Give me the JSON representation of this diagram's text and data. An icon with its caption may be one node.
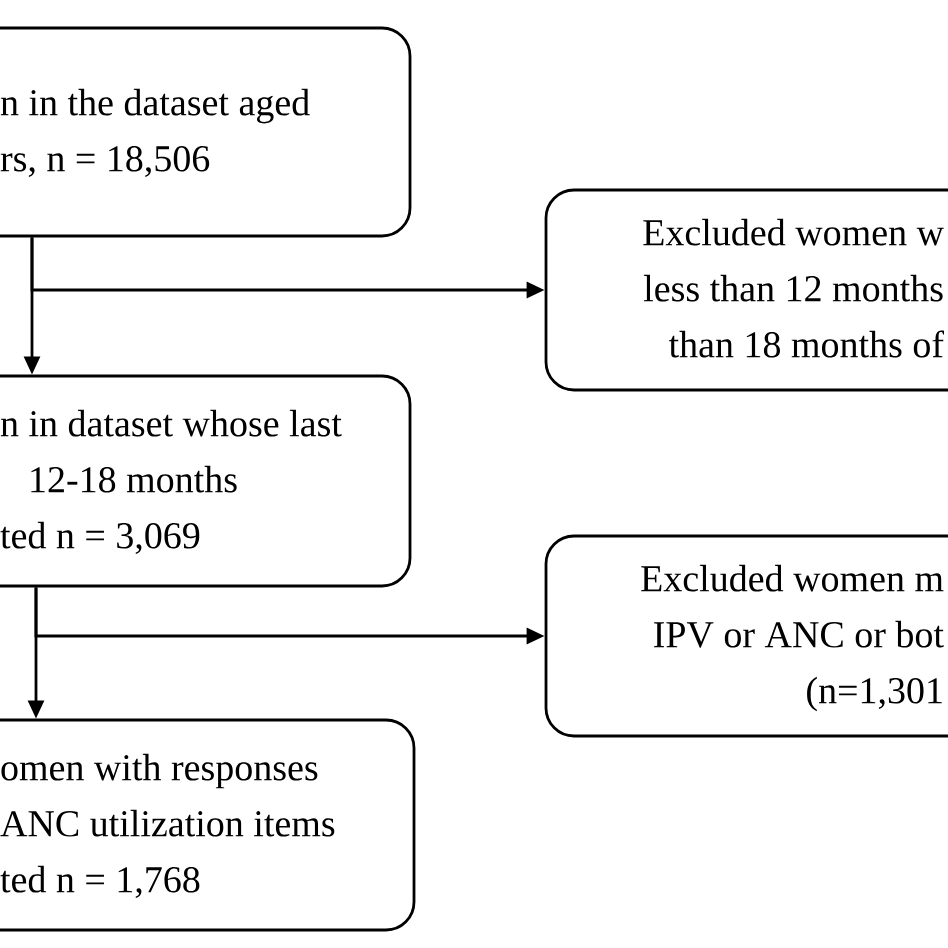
{
  "diagram": {
    "nodes": [
      {
        "text": [
          "n in the dataset aged",
          "rs, n = 18,506"
        ]
      },
      {
        "text": [
          "Excluded women w",
          "less than 12 months",
          "than 18 months of"
        ]
      },
      {
        "text": [
          "n in dataset whose last",
          "12-18 months",
          "ted n = 3,069"
        ]
      },
      {
        "text": [
          "Excluded women m",
          "IPV or ANC or bot",
          "(n=1,301"
        ]
      },
      {
        "text": [
          "omen with responses",
          "ANC utilization items",
          "ted n = 1,768"
        ]
      }
    ],
    "edges": [
      {
        "from": 0,
        "to": 2,
        "arrow": "to"
      },
      {
        "from": 0,
        "to": 1,
        "arrow": "to"
      },
      {
        "from": 2,
        "to": 4,
        "arrow": "to"
      },
      {
        "from": 2,
        "to": 3,
        "arrow": "to"
      }
    ]
  }
}
